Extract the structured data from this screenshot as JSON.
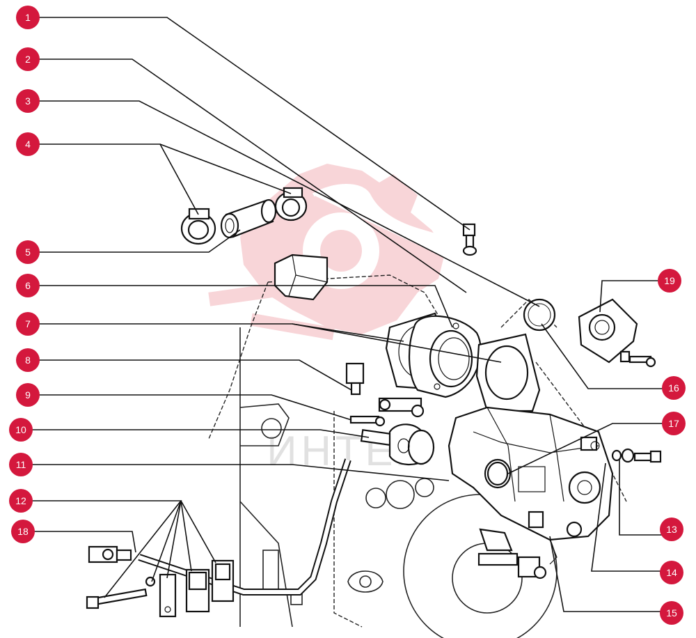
{
  "diagram": {
    "watermark_text": "ИНТЕХ",
    "accent_color": "#d4183d",
    "watermark_color": "#f3b3b8",
    "callouts": [
      {
        "id": "1",
        "label": "1"
      },
      {
        "id": "2",
        "label": "2"
      },
      {
        "id": "3",
        "label": "3"
      },
      {
        "id": "4",
        "label": "4"
      },
      {
        "id": "5",
        "label": "5"
      },
      {
        "id": "6",
        "label": "6"
      },
      {
        "id": "7",
        "label": "7"
      },
      {
        "id": "8",
        "label": "8"
      },
      {
        "id": "9",
        "label": "9"
      },
      {
        "id": "10",
        "label": "10"
      },
      {
        "id": "11",
        "label": "11"
      },
      {
        "id": "12",
        "label": "12"
      },
      {
        "id": "13",
        "label": "13"
      },
      {
        "id": "14",
        "label": "14"
      },
      {
        "id": "15",
        "label": "15"
      },
      {
        "id": "16",
        "label": "16"
      },
      {
        "id": "17",
        "label": "17"
      },
      {
        "id": "18",
        "label": "18"
      },
      {
        "id": "19",
        "label": "19"
      }
    ]
  }
}
